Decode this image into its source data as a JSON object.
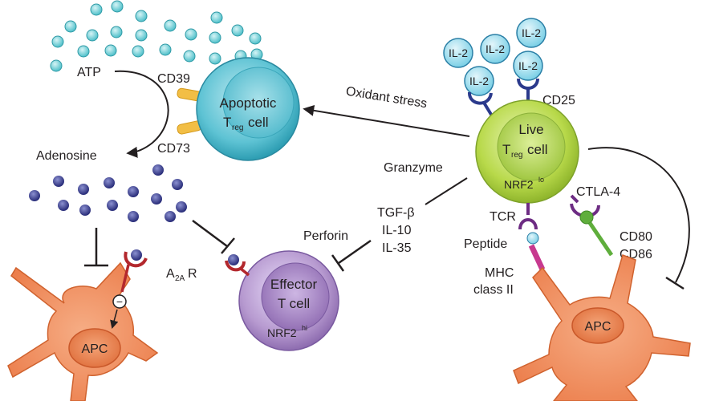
{
  "labels": {
    "atp": "ATP",
    "cd39": "CD39",
    "cd73": "CD73",
    "adenosine": "Adenosine",
    "a2a_prefix": "A",
    "a2a_sub": "2A",
    "a2a_suffix": "R",
    "oxidant_stress": "Oxidant stress",
    "granzyme": "Granzyme",
    "tgf": "TGF-β",
    "il10": "IL-10",
    "il35": "IL-35",
    "perforin": "Perforin",
    "tcr": "TCR",
    "peptide": "Peptide",
    "mhc_line1": "MHC",
    "mhc_line2": "class II",
    "ctla4": "CTLA-4",
    "cd80": "CD80",
    "cd86": "CD86",
    "cd25": "CD25",
    "inhibit_symbol": "−"
  },
  "il2": [
    "IL-2",
    "IL-2",
    "IL-2",
    "IL-2",
    "IL-2"
  ],
  "cells": {
    "apoptotic_treg": {
      "line1": "Apoptotic",
      "t": "T",
      "sub": "reg",
      "cell": "cell"
    },
    "live_treg": {
      "line1": "Live",
      "t": "T",
      "sub": "reg",
      "cell": "cell",
      "nrf2": "NRF2",
      "nrf2_sup": "lo"
    },
    "effector": {
      "line1": "Effector",
      "line2": "T cell",
      "nrf2": "NRF2",
      "nrf2_sup": "hi"
    },
    "apc_left": "APC",
    "apc_right": "APC"
  },
  "colors": {
    "atp_dot": "#6fcfd6",
    "adenosine_dot": "#3a3f8f",
    "apoptotic_cell": "#5ec3d4",
    "live_cell": "#b8d94a",
    "effector_cell": "#b79ad0",
    "apc": "#f08a5a",
    "receptor_navy": "#2b3a8c",
    "receptor_red": "#b3282d",
    "receptor_purple": "#6d2c83",
    "cd_yellow": "#f2be45",
    "mhc_magenta": "#c7398f",
    "cd80_green": "#5fae3c"
  }
}
